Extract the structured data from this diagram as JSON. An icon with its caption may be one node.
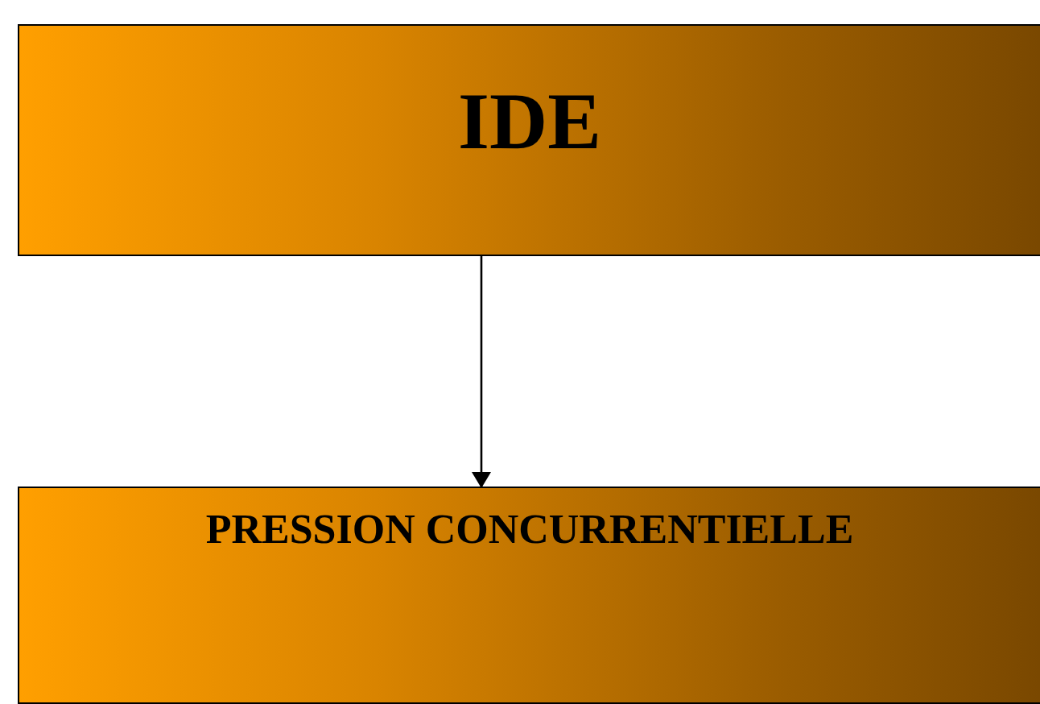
{
  "diagram": {
    "nodes": [
      {
        "text": [
          "IDE"
        ]
      },
      {
        "text": [
          "PRESSION CONCURRENTIELLE"
        ]
      }
    ],
    "edges": [
      {
        "from": 0,
        "to": 1,
        "arrow": "to"
      }
    ]
  }
}
